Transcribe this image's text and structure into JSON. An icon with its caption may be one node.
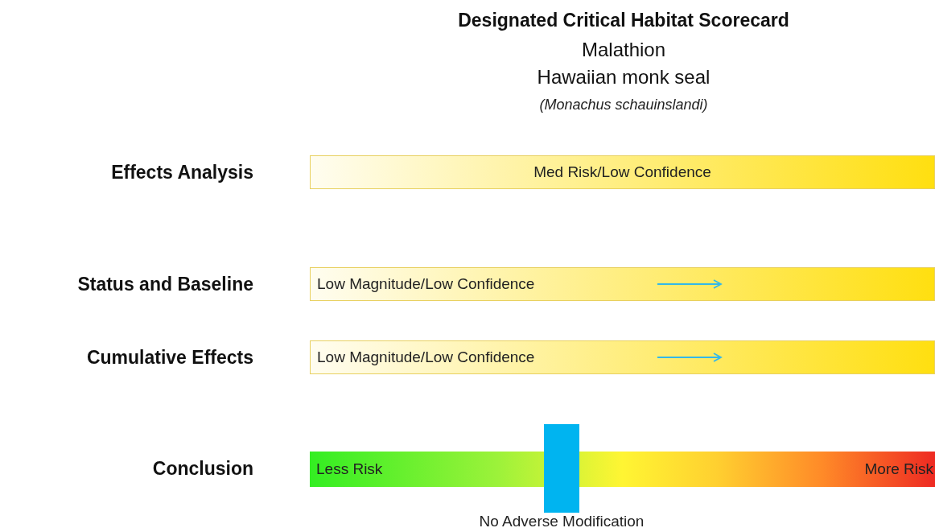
{
  "diagram": {
    "title": "Designated Critical Habitat Scorecard",
    "nodes": [
      {
        "text": [
          "Med Risk/Low Confidence"
        ]
      },
      {
        "text": [
          "Low Magnitude/Low Confidence"
        ]
      },
      {
        "text": [
          "Low Magnitude/Low Confidence"
        ]
      },
      {
        "text": [
          "Less Risk",
          "More Risk"
        ]
      },
      {
        "text": [],
        "shape": "bar",
        "beside": [
          "No Adverse Modification"
        ]
      }
    ],
    "edges": [],
    "labels": [
      "Malathion",
      "Hawaiian monk seal",
      "(Monachus schauinslandi)",
      "Effects Analysis",
      "Status and Baseline",
      "Cumulative Effects",
      "Conclusion"
    ]
  }
}
